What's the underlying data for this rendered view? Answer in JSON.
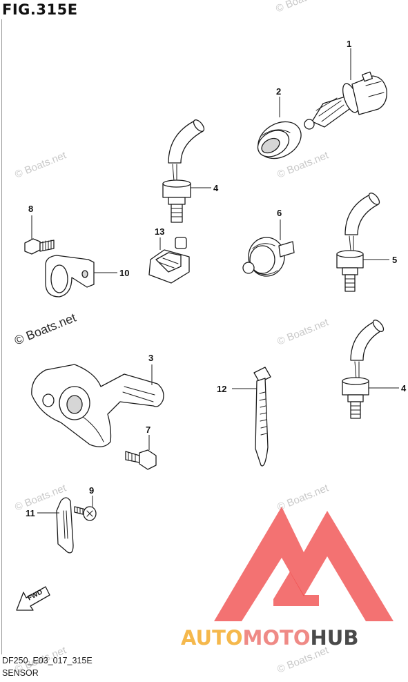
{
  "figure": {
    "title": "FIG.315E",
    "code": "DF250_E03_017_315E",
    "section": "SENSOR"
  },
  "watermark": {
    "text": "© Boats.net"
  },
  "logo": {
    "part1": "AUTO",
    "part2": "MOTO",
    "part3": "HUB",
    "color_auto": "#f5b84c",
    "color_moto": "#ef8a86",
    "color_hub": "#4a4a4a",
    "triangle_color": "#ef4a4a"
  },
  "fwd_label": "FWD",
  "callouts": [
    "1",
    "2",
    "4",
    "8",
    "13",
    "6",
    "5",
    "10",
    "3",
    "12",
    "4",
    "7",
    "9",
    "11"
  ]
}
